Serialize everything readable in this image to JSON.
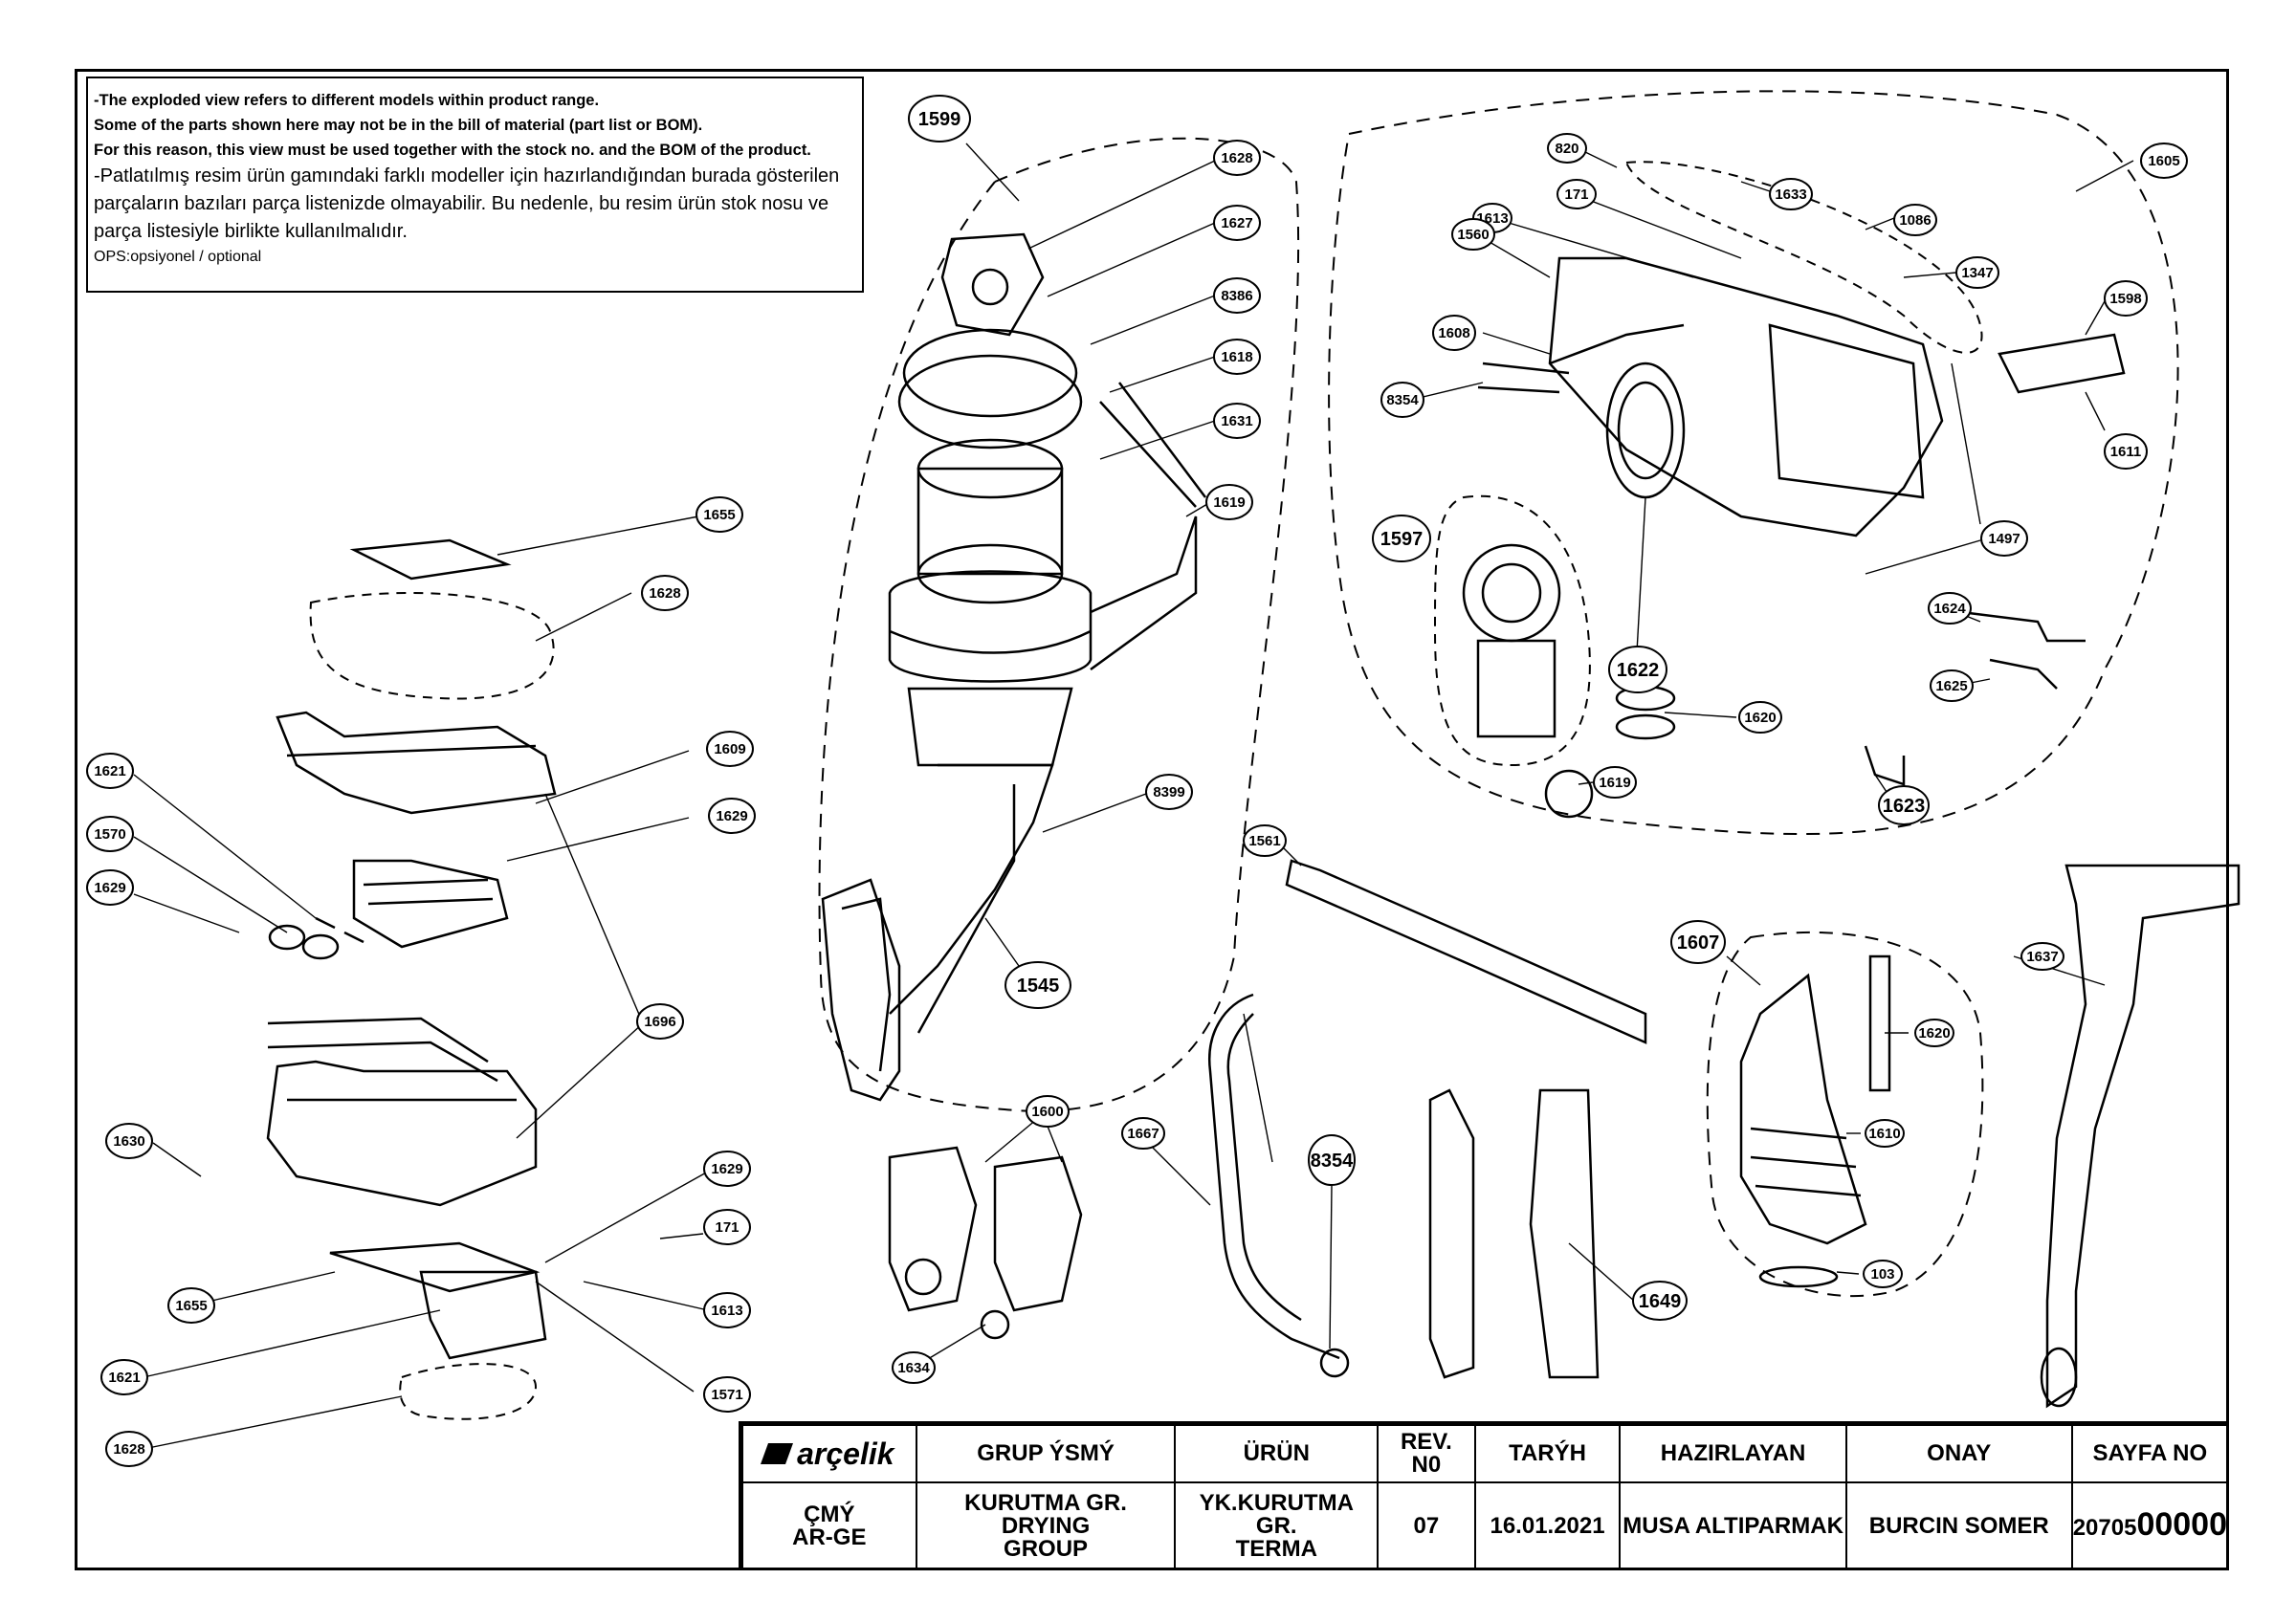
{
  "notes": {
    "line1": "-The exploded view refers to different models within product range.",
    "line2": "Some of the parts shown here may not be in the bill of material (part list or BOM).",
    "line3": "For this reason, this view must be used together with the stock no. and the BOM of the product.",
    "line4": "-Patlatılmış resim ürün gamındaki farklı modeller için hazırlandığından burada gösterilen",
    "line5": "parçaların bazıları parça listenizde olmayabilir. Bu nedenle, bu resim ürün stok nosu ve",
    "line6": "parça listesiyle birlikte kullanılmalıdır.",
    "line7": "OPS:opsiyonel / optional"
  },
  "callouts": {
    "c1599": "1599",
    "c1628a": "1628",
    "c1627": "1627",
    "c8386": "8386",
    "c1618": "1618",
    "c1631": "1631",
    "c1619a": "1619",
    "c8399": "8399",
    "c1545": "1545",
    "c1655a": "1655",
    "c1628b": "1628",
    "c1609": "1609",
    "c1621a": "1621",
    "c1629a": "1629",
    "c1570": "1570",
    "c1629b": "1629",
    "c1696": "1696",
    "c1630": "1630",
    "c1629c": "1629",
    "c171a": "171",
    "c1655b": "1655",
    "c1613a": "1613",
    "c1621b": "1621",
    "c1571": "1571",
    "c1628c": "1628",
    "c820": "820",
    "c1633": "1633",
    "c1605": "1605",
    "c171b": "171",
    "c1086": "1086",
    "c1613b": "1613",
    "c1560": "1560",
    "c1347": "1347",
    "c1598": "1598",
    "c1608": "1608",
    "c8354a": "8354",
    "c1611": "1611",
    "c1597": "1597",
    "c1497": "1497",
    "c1624": "1624",
    "c1622": "1622",
    "c1625": "1625",
    "c1620a": "1620",
    "c1619b": "1619",
    "c1623": "1623",
    "c1561": "1561",
    "c1607": "1607",
    "c1637": "1637",
    "c1620b": "1620",
    "c1610": "1610",
    "c103": "103",
    "c1600": "1600",
    "c1667": "1667",
    "c8354b": "8354",
    "c1649": "1649",
    "c1634": "1634"
  },
  "title_block": {
    "brand": "arçelik",
    "grup_header": "GRUP ÝSMÝ",
    "urun_header": "ÜRÜN",
    "rev_header_1": "REV.",
    "rev_header_2": "N0",
    "tarih_header": "TARÝH",
    "hazirlayan_header": "HAZIRLAYAN",
    "onay_header": "ONAY",
    "sayfa_header": "SAYFA NO",
    "dept_1": "ÇMÝ",
    "dept_2": "AR-GE",
    "grup_1": "KURUTMA GR.",
    "grup_2": "DRYING",
    "grup_3": "GROUP",
    "urun_1": "YK.KURUTMA",
    "urun_2": "GR.",
    "urun_3": "TERMA",
    "rev": "07",
    "tarih": "16.01.2021",
    "hazirlayan": "MUSA ALTIPARMAK",
    "onay": "BURCIN SOMER",
    "sayfa_prefix": "20705",
    "sayfa_suffix": "00000"
  }
}
